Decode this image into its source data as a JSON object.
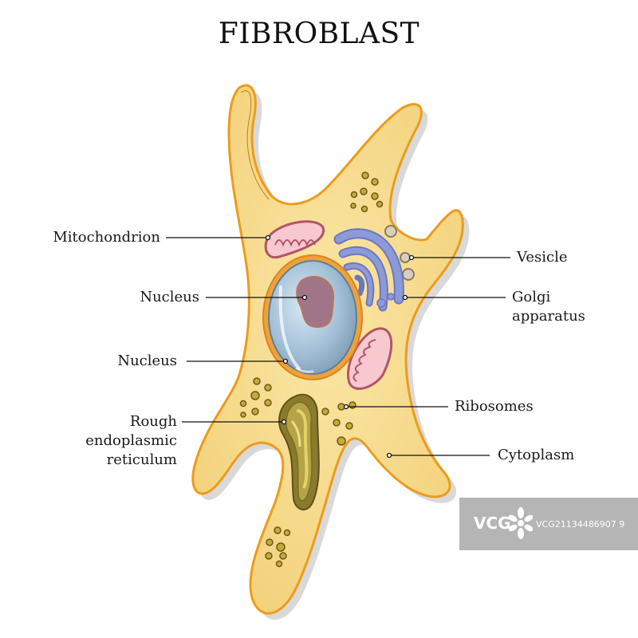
{
  "title": "FIBROBLAST",
  "labels": {
    "mitochondrion": "Mitochondrion",
    "nucleus_1": "Nucleus",
    "nucleus_2": "Nucleus",
    "rough_er": [
      "Rough",
      "endoplasmic",
      "reticulum"
    ],
    "vesicle": "Vesicle",
    "golgi": [
      "Golgi",
      "apparatus"
    ],
    "ribosomes": "Ribosomes",
    "cytoplasm": "Cytoplasm"
  },
  "watermark": {
    "logo": "VCG",
    "id": "VCG21134486907 9"
  },
  "colors": {
    "cytoplasm": "#f8dd8e",
    "membrane": "#eb9c1c",
    "nucleus": "#9dbcd3",
    "nucleolus": "#a07588",
    "mitochondrion": "#f7c9cf",
    "golgi": "#8593d4",
    "rough_er": "#8a7a2c",
    "ribosome": "#bba233"
  }
}
